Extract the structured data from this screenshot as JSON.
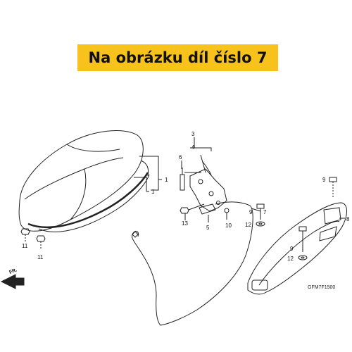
{
  "banner": {
    "text": "Na obrázku díl číslo 7",
    "color": "#f6c21b"
  },
  "diagram": {
    "direction_label": "FR.",
    "code": "GFM7F1500",
    "callouts": [
      {
        "id": "c1",
        "text": "1"
      },
      {
        "id": "c2",
        "text": "2"
      },
      {
        "id": "c3",
        "text": "3"
      },
      {
        "id": "c4",
        "text": "4"
      },
      {
        "id": "c5",
        "text": "5"
      },
      {
        "id": "c6",
        "text": "6"
      },
      {
        "id": "c7",
        "text": "7"
      },
      {
        "id": "c8",
        "text": "8"
      },
      {
        "id": "c9a",
        "text": "9"
      },
      {
        "id": "c9b",
        "text": "9"
      },
      {
        "id": "c9c",
        "text": "9"
      },
      {
        "id": "c10",
        "text": "10"
      },
      {
        "id": "c11a",
        "text": "11"
      },
      {
        "id": "c11b",
        "text": "11"
      },
      {
        "id": "c12a",
        "text": "12"
      },
      {
        "id": "c12b",
        "text": "12"
      },
      {
        "id": "c13",
        "text": "13"
      }
    ]
  }
}
